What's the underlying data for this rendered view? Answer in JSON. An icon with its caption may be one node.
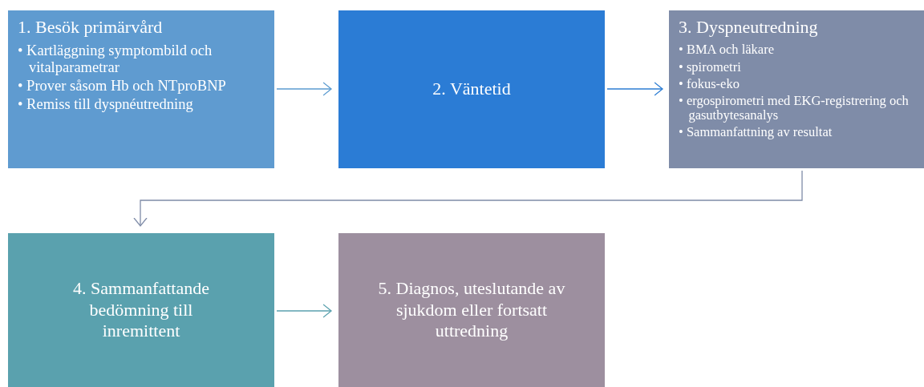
{
  "diagram": {
    "nodes": [
      {
        "text": [
          "1. Besök primärvård",
          "• Kartläggning symptombild och vitalparametrar",
          "• Prover såsom Hb och NTproBNP",
          "• Remiss till dyspnéutredning"
        ]
      },
      {
        "text": [
          "2. Väntetid"
        ]
      },
      {
        "text": [
          "3. Dyspneutredning",
          "• BMA och läkare",
          "• spirometri",
          "• fokus-eko",
          "• ergospirometri med EKG-registrering och gasutbytesanalys",
          "• Sammanfattning av resultat"
        ]
      },
      {
        "text": [
          "4. Sammanfattande bedömning till inremittent"
        ]
      },
      {
        "text": [
          "5. Diagnos, uteslutande av sjukdom eller fortsatt uttredning"
        ]
      }
    ],
    "edges": [
      {
        "from": 0,
        "to": 1,
        "arrow": "to",
        "color": "#5b9bd0"
      },
      {
        "from": 1,
        "to": 2,
        "arrow": "to",
        "color": "#2b7cd3"
      },
      {
        "from": 2,
        "to": 3,
        "arrow": "to",
        "color": "#7f8ca8"
      },
      {
        "from": 3,
        "to": 4,
        "arrow": "to",
        "color": "#5aa1ae"
      }
    ]
  }
}
